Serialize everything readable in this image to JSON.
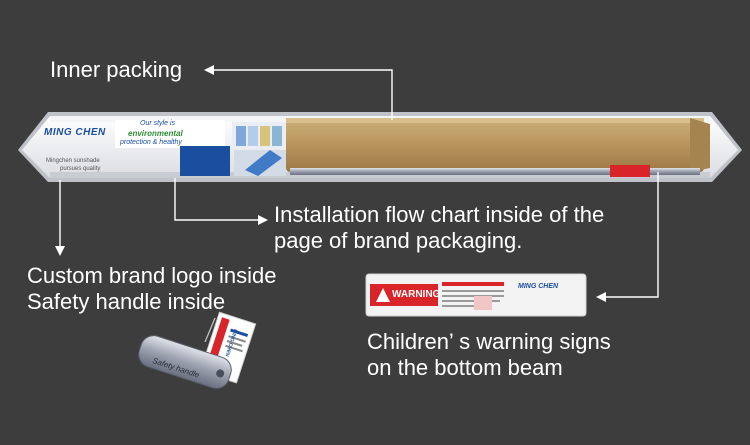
{
  "callouts": {
    "inner_packing": "Inner packing",
    "installation_line1": "Installation flow chart inside of the",
    "installation_line2": "page of brand packaging.",
    "logo_line1": "Custom brand logo inside",
    "logo_line2": "Safety handle inside",
    "warning_line1": "Children’ s warning signs",
    "warning_line2": "on the bottom beam"
  },
  "package": {
    "brand": "MING CHEN",
    "slogan_line1": "Our style is",
    "slogan_line2": "environmental",
    "slogan_line3": "protection & healthy",
    "tagline_line1": "Mingchen sunshade",
    "tagline_line2": "pursues quality"
  },
  "warning_label": {
    "badge": "WARNING",
    "brand": "MING CHEN"
  },
  "safety_handle": {
    "label": "Safety handle",
    "tag_brand": "MING CHEN"
  },
  "colors": {
    "background": "#3d3d3d",
    "kraft_tube": "#b8955c",
    "warning_red": "#d9252a",
    "brand_blue": "#1a4fa0"
  }
}
